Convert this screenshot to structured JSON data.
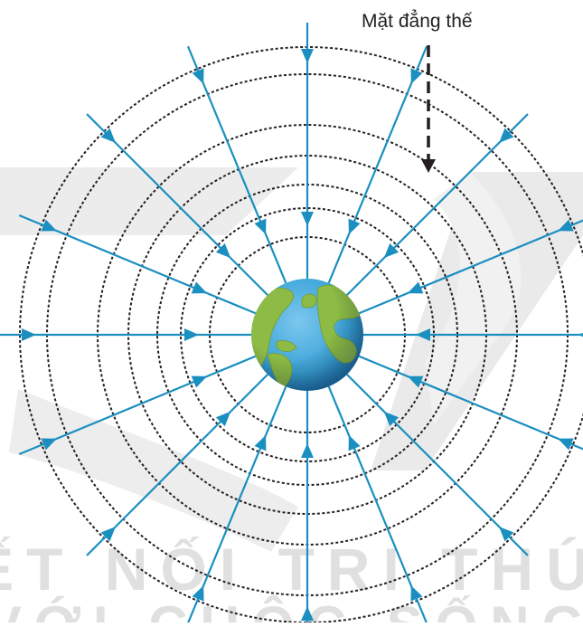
{
  "diagram": {
    "equipotential_label": "Mặt đẳng thế",
    "field_line_count": 16,
    "equipotential_surface_count": 7,
    "watermark": {
      "line1": "KẾT NỐI TRI THỨC",
      "line2": "VỚI CUỘC SỐNG"
    }
  },
  "colors": {
    "field_line": "#1a8fc0",
    "equipotential": "#231f20",
    "ocean": "#3aa3d8",
    "land": "#8dbb46",
    "watermark": "#e2e2e2"
  },
  "icons": {
    "planet": "earth-globe-icon"
  }
}
